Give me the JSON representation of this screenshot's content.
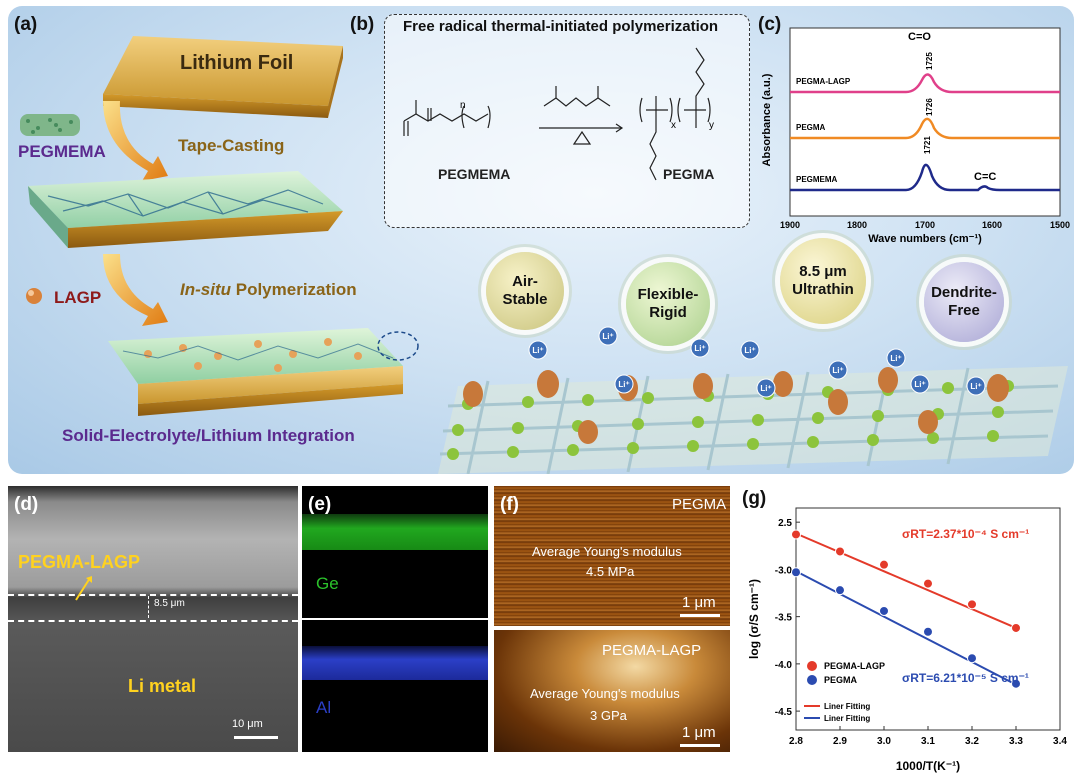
{
  "panel_labels": {
    "a": "(a)",
    "b": "(b)",
    "c": "(c)",
    "d": "(d)",
    "e": "(e)",
    "f": "(f)",
    "g": "(g)"
  },
  "panel_a": {
    "lithium_foil": "Lithium Foil",
    "pegmema": "PEGMEMA",
    "tape_casting": "Tape-Casting",
    "lagp": "LAGP",
    "in_situ_italic": "In-situ",
    "polymerization": "Polymerization",
    "integration": "Solid-Electrolyte/Lithium Integration"
  },
  "panel_b": {
    "title": "Free radical thermal-initiated polymerization",
    "reactant": "PEGMEMA",
    "product": "PEGMA",
    "heat_symbol": "Δ",
    "n_label": "n",
    "x_label": "x",
    "y_label": "y"
  },
  "panel_c_spectra": {
    "ylabel": "Absorbance (a.u.)",
    "xlabel": "Wave numbers (cm⁻¹)",
    "ticks": [
      "1900",
      "1800",
      "1700",
      "1600",
      "1500"
    ],
    "co_label": "C=O",
    "cc_label": "C=C",
    "series": [
      {
        "name": "PEGMA-LAGP",
        "peak": "1725",
        "color": "#e0408a"
      },
      {
        "name": "PEGMA",
        "peak": "1726",
        "color": "#f08a24"
      },
      {
        "name": "PEGMEMA",
        "peak": "1721",
        "color": "#1f2a8a"
      }
    ]
  },
  "bubbles": {
    "air": [
      "Air-",
      "Stable"
    ],
    "flex": [
      "Flexible-",
      "Rigid"
    ],
    "thin": [
      "8.5 μm",
      "Ultrathin"
    ],
    "dendrite": [
      "Dendrite-",
      "Free"
    ]
  },
  "li_ion": "Li⁺",
  "panel_d": {
    "layer": "PEGMA-LAGP",
    "thickness": "8.5 μm",
    "metal": "Li metal",
    "scale": "10 μm"
  },
  "panel_e": {
    "ge": "Ge",
    "al": "Al"
  },
  "panel_f": {
    "top_name": "PEGMA",
    "top_text": "Average Young's modulus",
    "top_value": "4.5 MPa",
    "top_scale": "1 μm",
    "bot_name": "PEGMA-LAGP",
    "bot_text": "Average Young's modulus",
    "bot_value": "3 GPa",
    "bot_scale": "1 μm"
  },
  "chart_data": {
    "type": "scatter",
    "xlabel": "1000/T(K⁻¹)",
    "ylabel": "log (σ/S cm⁻¹)",
    "xlim": [
      2.8,
      3.4
    ],
    "ylim": [
      -4.7,
      -2.35
    ],
    "xticks": [
      "2.8",
      "2.9",
      "3.0",
      "3.1",
      "3.2",
      "3.3",
      "3.4"
    ],
    "yticks": [
      "2.5",
      "-3.0",
      "-3.5",
      "-4.0",
      "-4.5"
    ],
    "series": [
      {
        "name": "PEGMA-LAGP",
        "color": "#e43a2a",
        "x": [
          2.8,
          2.9,
          3.0,
          3.1,
          3.2,
          3.3
        ],
        "y": [
          -2.63,
          -2.81,
          -2.95,
          -3.15,
          -3.37,
          -3.62
        ],
        "fit": [
          -2.62,
          -3.62
        ]
      },
      {
        "name": "PEGMA",
        "color": "#2b4bb0",
        "x": [
          2.8,
          2.9,
          3.0,
          3.1,
          3.2,
          3.3
        ],
        "y": [
          -3.03,
          -3.22,
          -3.44,
          -3.66,
          -3.94,
          -4.21
        ],
        "fit": [
          -3.02,
          -4.22
        ]
      }
    ],
    "fit_legend": [
      "Liner Fitting",
      "Liner Fitting"
    ],
    "annotation_lagp": "σRT=2.37*10⁻⁴ S cm⁻¹",
    "annotation_pegma": "σRT=6.21*10⁻⁵ S cm⁻¹"
  }
}
